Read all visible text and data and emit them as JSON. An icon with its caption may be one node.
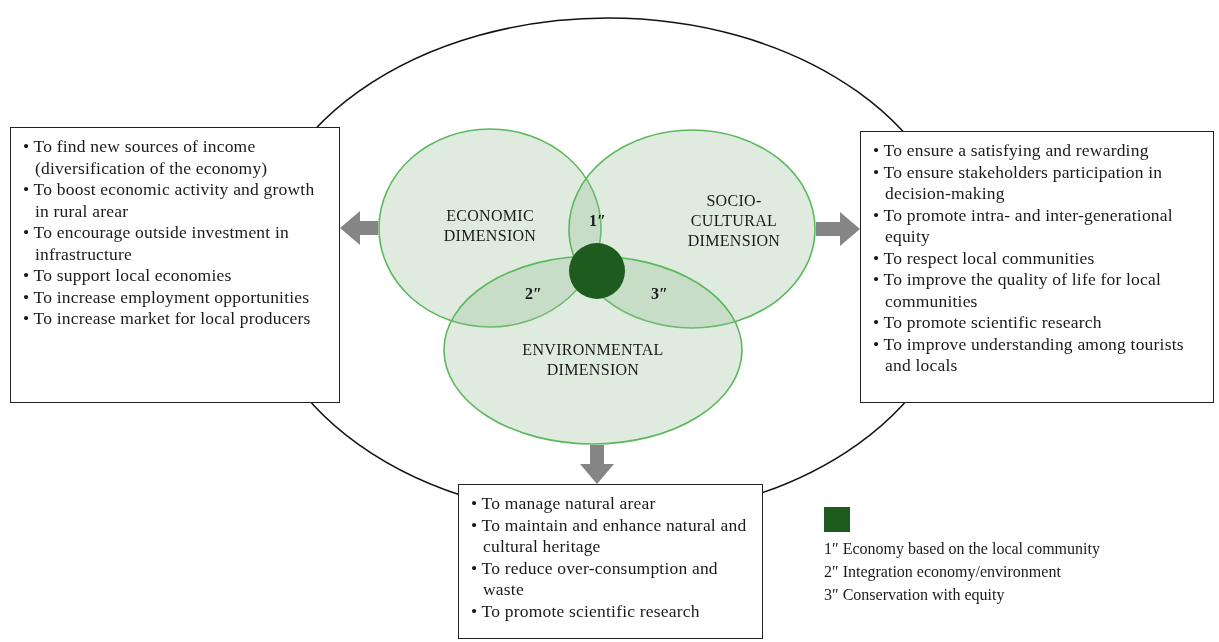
{
  "diagram": {
    "nodes": [
      {
        "text": [
          "ECONOMIC DIMENSION"
        ]
      },
      {
        "text": [
          "SOCIO- CULTURAL DIMENSION"
        ]
      },
      {
        "text": [
          "ENVIRONMENTAL DIMENSION"
        ]
      },
      {
        "text": [
          "• To find new sources of income (diversification of the economy)",
          "• To boost economic activity and growth in rural arear",
          "• To encourage outside investment in infrastructure",
          "• To support local economies",
          "• To increase employment opportunities",
          "• To increase market for local producers"
        ]
      },
      {
        "text": [
          "• To ensure a satisfying and rewarding",
          "• To ensure stakeholders participation in decision-making",
          "• To promote intra- and inter-generational equity",
          "• To respect local communities",
          "• To improve the quality of life for local communities",
          "• To promote scientific research",
          "• To improve understanding among tourists and locals"
        ]
      },
      {
        "text": [
          "• To manage natural arear",
          "• To maintain and enhance natural and cultural heritage",
          "• To reduce over-consumption and waste",
          "• To promote scientific research"
        ]
      }
    ],
    "edges": [
      {
        "from": 0,
        "to": 3,
        "arrow": "to",
        "style": "thick"
      },
      {
        "from": 1,
        "to": 4,
        "arrow": "to",
        "style": "thick"
      },
      {
        "from": 2,
        "to": 5,
        "arrow": "to",
        "style": "thick"
      }
    ],
    "labels": [
      "1″",
      "2″",
      "3″",
      "1″ Economy based on the local community",
      "2″ Integration economy/environment",
      "3″  Conservation with equity"
    ]
  }
}
